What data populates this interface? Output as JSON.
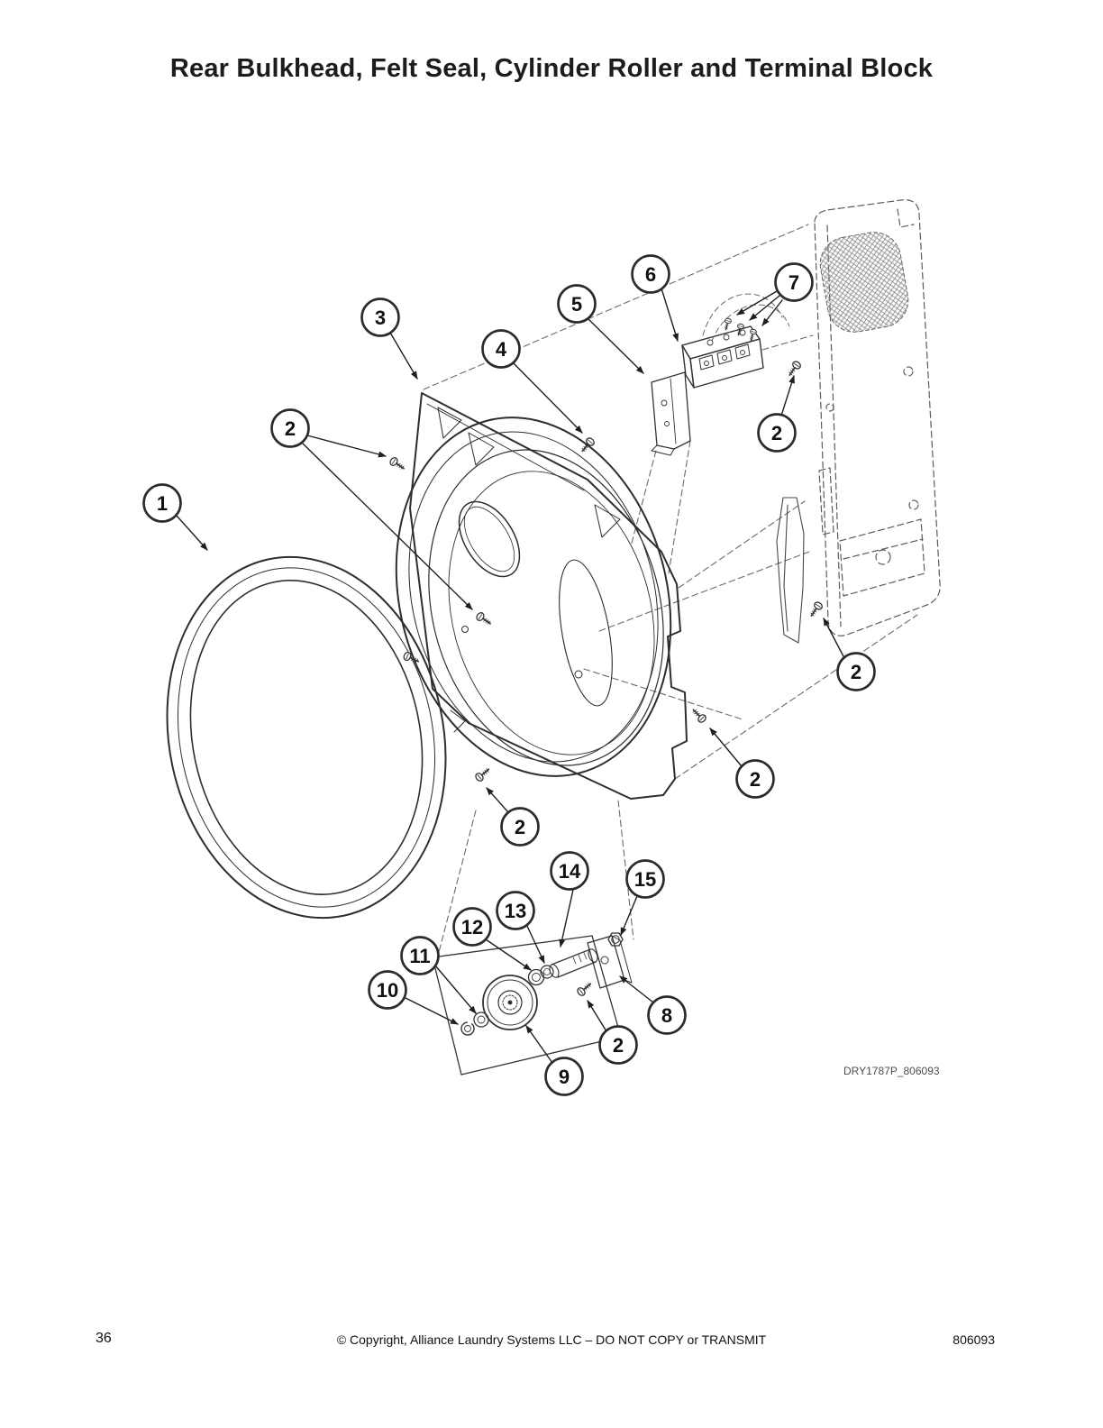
{
  "page": {
    "title": "Rear Bulkhead, Felt Seal, Cylinder Roller and Terminal Block",
    "figure_ref": "DRY1787P_806093",
    "footer": {
      "page_number": "36",
      "copyright": "© Copyright, Alliance Laundry Systems LLC – DO NOT COPY or TRANSMIT",
      "doc_number": "806093"
    }
  },
  "diagram": {
    "description": "Exploded parts diagram showing felt seal, rear bulkhead, terminal block, mounting bracket, cabinet rear panel and cylinder roller assembly with numbered callouts",
    "callouts": [
      {
        "label": "1"
      },
      {
        "label": "2"
      },
      {
        "label": "2"
      },
      {
        "label": "2"
      },
      {
        "label": "2"
      },
      {
        "label": "2"
      },
      {
        "label": "2"
      },
      {
        "label": "3"
      },
      {
        "label": "4"
      },
      {
        "label": "5"
      },
      {
        "label": "6"
      },
      {
        "label": "7"
      },
      {
        "label": "8"
      },
      {
        "label": "9"
      },
      {
        "label": "10"
      },
      {
        "label": "11"
      },
      {
        "label": "12"
      },
      {
        "label": "13"
      },
      {
        "label": "14"
      },
      {
        "label": "15"
      }
    ]
  }
}
